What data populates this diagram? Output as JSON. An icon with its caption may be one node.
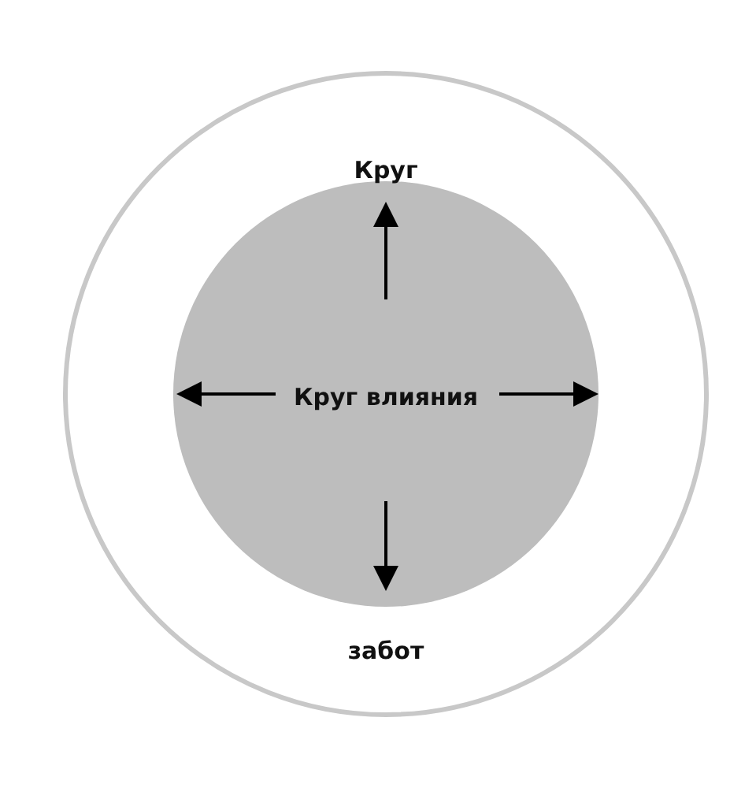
{
  "diagram": {
    "nodes": [
      {
        "text": [
          "Круг",
          "забот"
        ]
      },
      {
        "text": [
          "Круг влияния"
        ],
        "in": 0
      }
    ]
  }
}
